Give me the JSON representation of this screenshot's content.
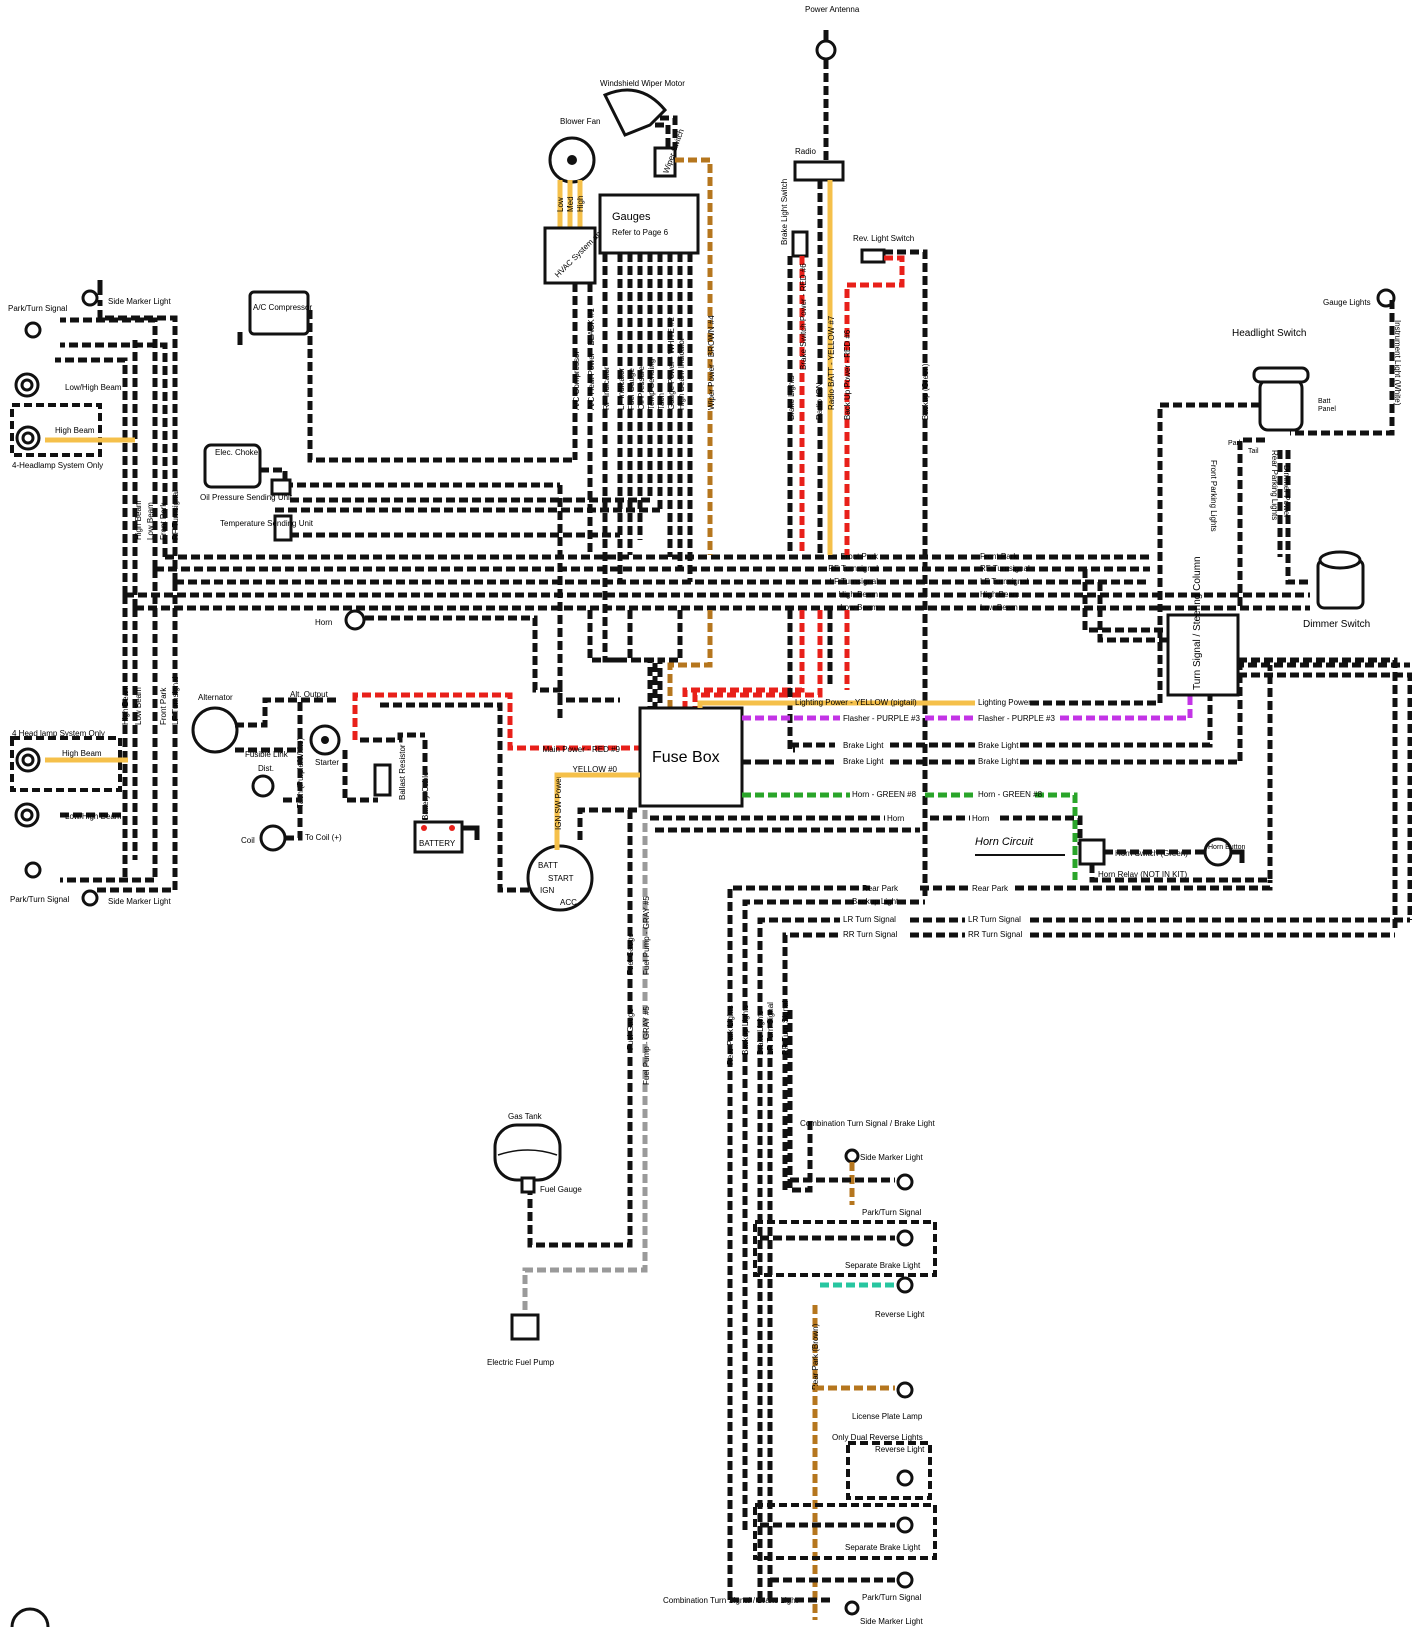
{
  "colors": {
    "wire": "#111111",
    "red": "#e8201a",
    "yellow": "#f5c04a",
    "brown": "#b5761e",
    "purple": "#c334e6",
    "green": "#2aa52a",
    "gray": "#9a9a9a",
    "teal": "#27c6a0"
  },
  "components": {
    "power_antenna": "Power Antenna",
    "wiper_motor": "Windshield Wiper Motor",
    "wiper_switch": "Wiper Switch",
    "blower_fan": "Blower Fan",
    "blower_speeds": [
      "Low",
      "Med",
      "High"
    ],
    "hvac": "HVAC System and Controls",
    "gauges": "Gauges",
    "gauges_ref": "Refer to Page 6",
    "radio": "Radio",
    "brake_light_switch": "Brake Light Switch",
    "rev_light_switch": "Rev. Light Switch",
    "gauge_lights": "Gauge Lights",
    "instrument_light": "Instrument Light (White)",
    "headlight_switch": "Headlight Switch",
    "hs_batt": "Batt",
    "hs_panel": "Panel",
    "hs_park": "Park",
    "hs_tail": "Tail",
    "dimmer_power": "Dimmer Power",
    "rear_parking_lights": "Rear Parking Lights",
    "front_parking_lights": "Front Parking Lights",
    "dimmer_switch": "Dimmer Switch",
    "steering_column": "Turn Signal / Steering Column",
    "ac_compressor": "A/C Compressor",
    "elec_choke": "Elec. Choke",
    "oil_pressure_unit": "Oil Pressure Sending Unit",
    "temp_unit": "Temperature Sending Unit",
    "horn": "Horn",
    "alternator": "Alternator",
    "alt_output": "Alt. Output",
    "fusible_link": "Fusible Link",
    "dist": "Dist.",
    "tach": "Tach (Purple/White)",
    "coil": "Coil",
    "to_coil": "To Coil (+)",
    "starter": "Starter",
    "ballast": "Ballast Resistor",
    "battery_cable": "Battery Cable",
    "battery": "BATTERY",
    "fuse_box": "Fuse Box",
    "ign_batt": "BATT",
    "ign_start": "START",
    "ign_ign": "IGN",
    "ign_acc": "ACC",
    "horn_circuit": "Horn Circuit",
    "horn_switch": "Horn Switch (Green)",
    "horn_relay": "Horn Relay (NOT IN KIT)",
    "horn_button": "Horn Button",
    "gas_tank": "Gas Tank",
    "fuel_gauge_unit": "Fuel Gauge",
    "electric_fuel_pump": "Electric Fuel Pump"
  },
  "left_lights": {
    "side_marker": "Side Marker Light",
    "park_turn": "Park/Turn Signal",
    "low_high": "Low/High Beam",
    "high_beam": "High Beam",
    "four_headlamp": "4-Headlamp System Only",
    "four_headlamp_b": "4 Head lamp System Only"
  },
  "vertical_labels": {
    "left_bundle": [
      "High Beam",
      "Low Beam",
      "Front Park",
      "RF Turnsignal"
    ],
    "left_bundle_b": [
      "High Beam",
      "Low Beam",
      "Front Park",
      "LF Turnsignal"
    ],
    "center_bundle": [
      "A/C Compressor",
      "A/C Heat Power - BLACK #1",
      "RF Indicator",
      "LF Indicator",
      "Fuel Gauge",
      "Oil Pressure",
      "Temp Sending",
      "Tach",
      "Gauge Power - WHITE #2",
      "High Beam Indicator",
      "Wiper Power - BROWN #4"
    ],
    "radio_bundle": [
      "Brake Lights",
      "Brake Switch Power - RED #6",
      "Radio IGN",
      "Radio BATT - YELLOW #7",
      "Back Up Power - RED #6"
    ],
    "backup_green": "Backup (Green)",
    "ign_sw_power": "IGN SW Power",
    "fuel_bundle": [
      "Fuel Gauge",
      "Fuel Pump - GRAY #5"
    ],
    "rear_bundle": [
      "Rear Park Lights",
      "Backup Lights",
      "Brake Lights",
      "LR Turn Signal",
      "RR Turn Signal"
    ],
    "rear_park_brown": "Rear Park (Brown)"
  },
  "harness_lines": [
    "Front Park",
    "RF Turnsignal",
    "LF Turnsignal",
    "High Beam",
    "Low Beam"
  ],
  "fuse_lines": {
    "main_power": "Main Power - RED #9",
    "yellow0": "YELLOW #0",
    "lighting_power": "Lighting Power - YELLOW (pigtail)",
    "lighting_power_b": "Lighting Power",
    "flasher": "Flasher - PURPLE #3",
    "brake_light": "Brake Light",
    "horn_green": "Horn - GREEN #8",
    "horn": "Horn",
    "rear_park": "Rear Park",
    "backup_light": "Backup Light",
    "lr_turn": "LR Turn Signal",
    "rr_turn": "RR Turn Signal"
  },
  "rear": {
    "combo_turn_brake": "Combination Turn Signal / Brake Light",
    "side_marker": "Side Marker Light",
    "park_turn": "Park/Turn Signal",
    "separate_brake": "Separate Brake Light",
    "reverse": "Reverse Light",
    "license_plate": "License Plate Lamp",
    "only_dual_reverse": "Only Dual Reverse Lights"
  }
}
